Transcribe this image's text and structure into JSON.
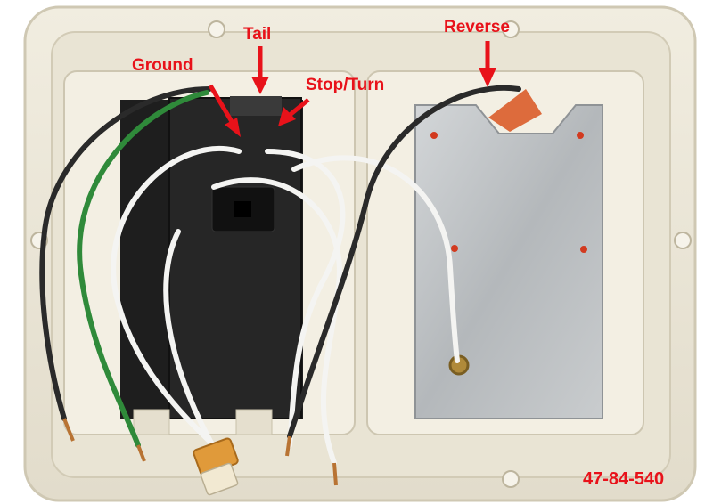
{
  "photo": {
    "subject": "trailer light housing back view with wires",
    "colors": {
      "housing": "#ece7d7",
      "housing_shadow": "#c9c2ad",
      "gasket": "#1e1e1e",
      "plate": "#b9bcbe",
      "wire_black": "#2a2a2a",
      "wire_green": "#2f8a3a",
      "wire_white": "#f4f4f2",
      "connector": "#e09a3a",
      "label_red": "#e8121a"
    }
  },
  "labels": {
    "ground": "Ground",
    "tail": "Tail",
    "stop_turn": "Stop/Turn",
    "reverse": "Reverse",
    "part_number": "47-84-540"
  }
}
